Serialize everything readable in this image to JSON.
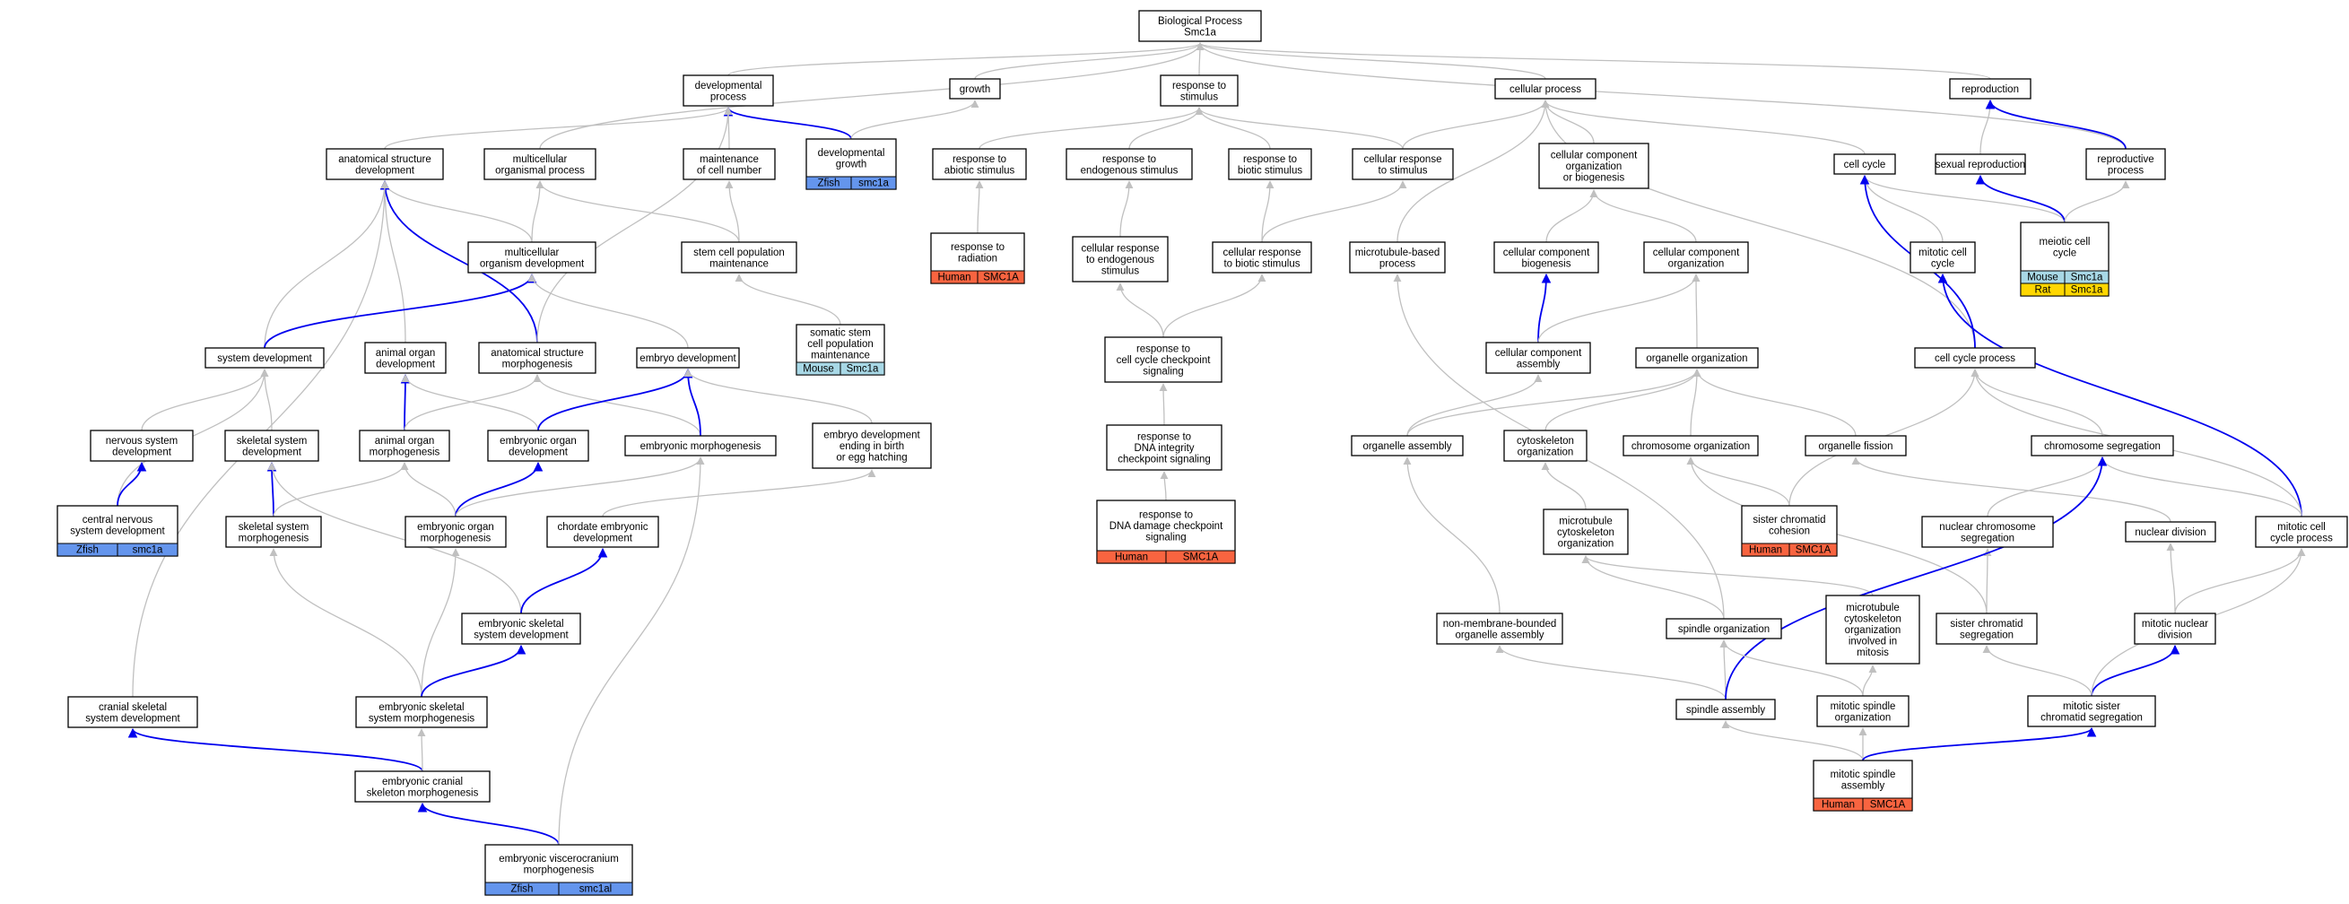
{
  "colors": {
    "blue_edge": "#0000ee",
    "grey_edge": "#c0c0c0",
    "zfish": "#6495ed",
    "mouse": "#a8d8e6",
    "rat": "#ffd700",
    "human": "#f86440"
  },
  "nodes": [
    {
      "id": "bp",
      "lines": [
        "Biological Process",
        "Smc1a"
      ]
    },
    {
      "id": "devproc",
      "lines": [
        "developmental",
        "process"
      ]
    },
    {
      "id": "growth",
      "lines": [
        "growth"
      ]
    },
    {
      "id": "resp_stim",
      "lines": [
        "response to",
        "stimulus"
      ]
    },
    {
      "id": "cellproc",
      "lines": [
        "cellular process"
      ]
    },
    {
      "id": "reproduction",
      "lines": [
        "reproduction"
      ]
    },
    {
      "id": "asd",
      "lines": [
        "anatomical structure",
        "development"
      ]
    },
    {
      "id": "multiorg",
      "lines": [
        "multicellular",
        "organismal process"
      ]
    },
    {
      "id": "maint_cell",
      "lines": [
        "maintenance",
        "of cell number"
      ]
    },
    {
      "id": "devgrowth",
      "lines": [
        "developmental",
        "growth"
      ],
      "annot": [
        {
          "species": "Zfish",
          "gene": "smc1a",
          "color": "zfish"
        }
      ]
    },
    {
      "id": "resp_abiotic",
      "lines": [
        "response to",
        "abiotic stimulus"
      ]
    },
    {
      "id": "resp_endo",
      "lines": [
        "response to",
        "endogenous stimulus"
      ]
    },
    {
      "id": "resp_biotic",
      "lines": [
        "response to",
        "biotic stimulus"
      ]
    },
    {
      "id": "cell_resp_stim",
      "lines": [
        "cellular response",
        "to stimulus"
      ]
    },
    {
      "id": "ccob",
      "lines": [
        "cellular component",
        "organization",
        "or biogenesis"
      ]
    },
    {
      "id": "cellcycle",
      "lines": [
        "cell cycle"
      ]
    },
    {
      "id": "sexrepro",
      "lines": [
        "sexual reproduction"
      ]
    },
    {
      "id": "reproproc",
      "lines": [
        "reproductive",
        "process"
      ]
    },
    {
      "id": "resp_rad",
      "lines": [
        "response to",
        "radiation"
      ],
      "annot": [
        {
          "species": "Human",
          "gene": "SMC1A",
          "color": "human"
        }
      ]
    },
    {
      "id": "multiorgdev",
      "lines": [
        "multicellular",
        "organism development"
      ]
    },
    {
      "id": "stemcell",
      "lines": [
        "stem cell population",
        "maintenance"
      ]
    },
    {
      "id": "cell_resp_endo",
      "lines": [
        "cellular response",
        "to endogenous",
        "stimulus"
      ]
    },
    {
      "id": "cell_resp_biotic",
      "lines": [
        "cellular response",
        "to biotic stimulus"
      ]
    },
    {
      "id": "mt_based",
      "lines": [
        "microtubule-based",
        "process"
      ]
    },
    {
      "id": "cc_biogen",
      "lines": [
        "cellular component",
        "biogenesis"
      ]
    },
    {
      "id": "cc_org",
      "lines": [
        "cellular component",
        "organization"
      ]
    },
    {
      "id": "mitotic_cc",
      "lines": [
        "mitotic cell",
        "cycle"
      ]
    },
    {
      "id": "meiotic_cc",
      "lines": [
        "meiotic cell",
        "cycle"
      ],
      "annot": [
        {
          "species": "Mouse",
          "gene": "Smc1a",
          "color": "mouse"
        },
        {
          "species": "Rat",
          "gene": "Smc1a",
          "color": "rat"
        }
      ]
    },
    {
      "id": "somatic",
      "lines": [
        "somatic stem",
        "cell population",
        "maintenance"
      ],
      "annot": [
        {
          "species": "Mouse",
          "gene": "Smc1a",
          "color": "mouse"
        }
      ]
    },
    {
      "id": "sysdev",
      "lines": [
        "system development"
      ]
    },
    {
      "id": "animorgdev",
      "lines": [
        "animal organ",
        "development"
      ]
    },
    {
      "id": "asmorph",
      "lines": [
        "anatomical structure",
        "morphogenesis"
      ]
    },
    {
      "id": "embdev",
      "lines": [
        "embryo development"
      ]
    },
    {
      "id": "resp_ccc",
      "lines": [
        "response to",
        "cell cycle checkpoint",
        "signaling"
      ]
    },
    {
      "id": "cc_assembly",
      "lines": [
        "cellular component",
        "assembly"
      ]
    },
    {
      "id": "organelle_org",
      "lines": [
        "organelle organization"
      ]
    },
    {
      "id": "ccproc",
      "lines": [
        "cell cycle process"
      ]
    },
    {
      "id": "nsdev",
      "lines": [
        "nervous system",
        "development"
      ]
    },
    {
      "id": "skeldev",
      "lines": [
        "skeletal system",
        "development"
      ]
    },
    {
      "id": "animorgmorph",
      "lines": [
        "animal organ",
        "morphogenesis"
      ]
    },
    {
      "id": "emborgdev",
      "lines": [
        "embryonic organ",
        "development"
      ]
    },
    {
      "id": "embmorph",
      "lines": [
        "embryonic morphogenesis"
      ]
    },
    {
      "id": "embdev_birth",
      "lines": [
        "embryo development",
        "ending in birth",
        "or egg hatching"
      ]
    },
    {
      "id": "resp_dna_int",
      "lines": [
        "response to",
        "DNA integrity",
        "checkpoint signaling"
      ]
    },
    {
      "id": "org_assembly",
      "lines": [
        "organelle assembly"
      ]
    },
    {
      "id": "cyto_org",
      "lines": [
        "cytoskeleton",
        "organization"
      ]
    },
    {
      "id": "chrom_org",
      "lines": [
        "chromosome organization"
      ]
    },
    {
      "id": "org_fission",
      "lines": [
        "organelle fission"
      ]
    },
    {
      "id": "chrom_seg",
      "lines": [
        "chromosome segregation"
      ]
    },
    {
      "id": "cns",
      "lines": [
        "central nervous",
        "system development"
      ],
      "annot": [
        {
          "species": "Zfish",
          "gene": "smc1a",
          "color": "zfish"
        }
      ]
    },
    {
      "id": "skelmorph",
      "lines": [
        "skeletal system",
        "morphogenesis"
      ]
    },
    {
      "id": "emborgmorph",
      "lines": [
        "embryonic organ",
        "morphogenesis"
      ]
    },
    {
      "id": "chordate",
      "lines": [
        "chordate embryonic",
        "development"
      ]
    },
    {
      "id": "resp_dna_dmg",
      "lines": [
        "response to",
        "DNA damage checkpoint",
        "signaling"
      ],
      "annot": [
        {
          "species": "Human",
          "gene": "SMC1A",
          "color": "human"
        }
      ]
    },
    {
      "id": "mt_cyto_org",
      "lines": [
        "microtubule",
        "cytoskeleton",
        "organization"
      ]
    },
    {
      "id": "sister_coh",
      "lines": [
        "sister chromatid",
        "cohesion"
      ],
      "annot": [
        {
          "species": "Human",
          "gene": "SMC1A",
          "color": "human"
        }
      ]
    },
    {
      "id": "nuc_chrom_seg",
      "lines": [
        "nuclear chromosome",
        "segregation"
      ]
    },
    {
      "id": "nuc_div",
      "lines": [
        "nuclear division"
      ]
    },
    {
      "id": "mitotic_ccp",
      "lines": [
        "mitotic cell",
        "cycle process"
      ]
    },
    {
      "id": "emb_skel_dev",
      "lines": [
        "embryonic skeletal",
        "system development"
      ]
    },
    {
      "id": "nonmem_org",
      "lines": [
        "non-membrane-bounded",
        "organelle assembly"
      ]
    },
    {
      "id": "spindle_org",
      "lines": [
        "spindle organization"
      ]
    },
    {
      "id": "mt_mitosis",
      "lines": [
        "microtubule",
        "cytoskeleton",
        "organization",
        "involved in",
        "mitosis"
      ]
    },
    {
      "id": "sister_seg",
      "lines": [
        "sister chromatid",
        "segregation"
      ]
    },
    {
      "id": "mitotic_nuc_div",
      "lines": [
        "mitotic nuclear",
        "division"
      ]
    },
    {
      "id": "cranial",
      "lines": [
        "cranial skeletal",
        "system development"
      ]
    },
    {
      "id": "emb_skel_morph",
      "lines": [
        "embryonic skeletal",
        "system morphogenesis"
      ]
    },
    {
      "id": "spindle_asm",
      "lines": [
        "spindle assembly"
      ]
    },
    {
      "id": "mitotic_spindle_org",
      "lines": [
        "mitotic spindle",
        "organization"
      ]
    },
    {
      "id": "mitotic_sister_seg",
      "lines": [
        "mitotic sister",
        "chromatid segregation"
      ]
    },
    {
      "id": "emb_cranial",
      "lines": [
        "embryonic cranial",
        "skeleton morphogenesis"
      ]
    },
    {
      "id": "mitotic_spindle_asm",
      "lines": [
        "mitotic spindle",
        "assembly"
      ],
      "annot": [
        {
          "species": "Human",
          "gene": "SMC1A",
          "color": "human"
        }
      ]
    },
    {
      "id": "emb_visc",
      "lines": [
        "embryonic viscerocranium",
        "morphogenesis"
      ],
      "annot": [
        {
          "species": "Zfish",
          "gene": "smc1al",
          "color": "zfish"
        }
      ]
    }
  ]
}
